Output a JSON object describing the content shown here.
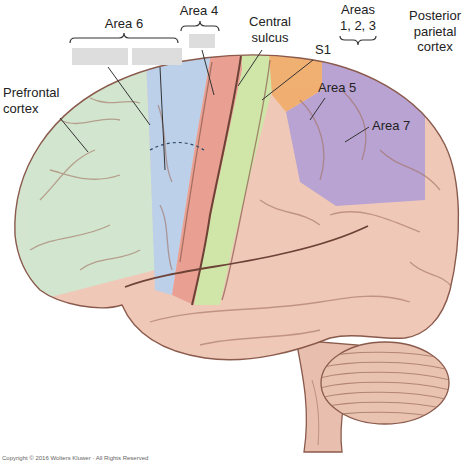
{
  "diagram": {
    "labels": [
      "Area 6",
      "Area 4",
      "Central sulcus",
      "Areas 1, 2, 3",
      "S1",
      "Area 5",
      "Area 7",
      "Posterior parietal cortex",
      "Prefrontal cortex",
      "Copyright © 2016 Wolters Kluwer · All Rights Reserved"
    ]
  }
}
